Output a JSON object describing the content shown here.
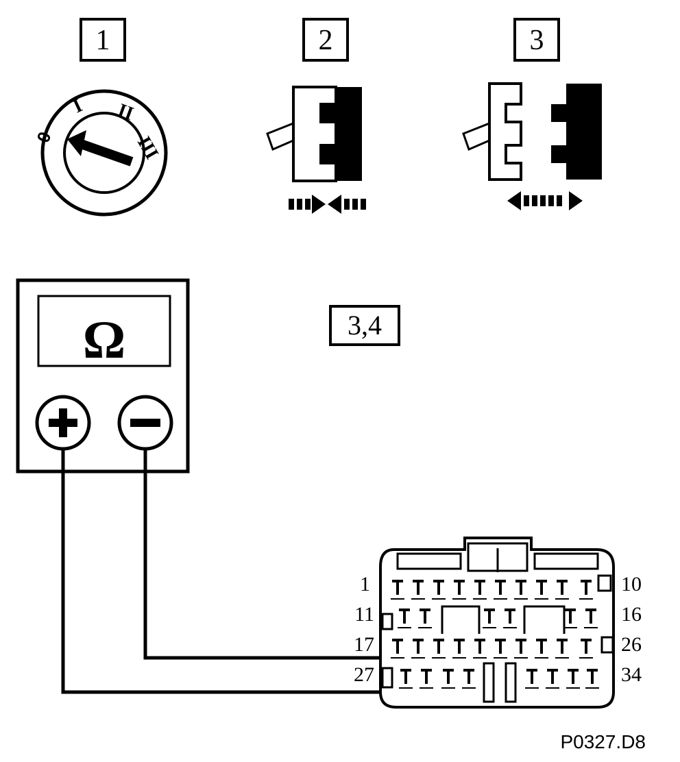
{
  "step_labels": {
    "step1": "1",
    "step2": "2",
    "step3": "3",
    "step34": "3,4"
  },
  "ignition_positions": {
    "pos0": "0",
    "pos1": "I",
    "pos2": "II",
    "pos3": "III"
  },
  "meter": {
    "symbol": "Ω",
    "plus": "+",
    "minus": "−"
  },
  "connector_pin_labels": {
    "row1_start": "1",
    "row1_end": "10",
    "row2_start": "11",
    "row2_end": "16",
    "row3_start": "17",
    "row3_end": "26",
    "row4_start": "27",
    "row4_end": "34"
  },
  "figure_id": "P0327.D8",
  "colors": {
    "ink": "#000000",
    "paper": "#ffffff"
  }
}
